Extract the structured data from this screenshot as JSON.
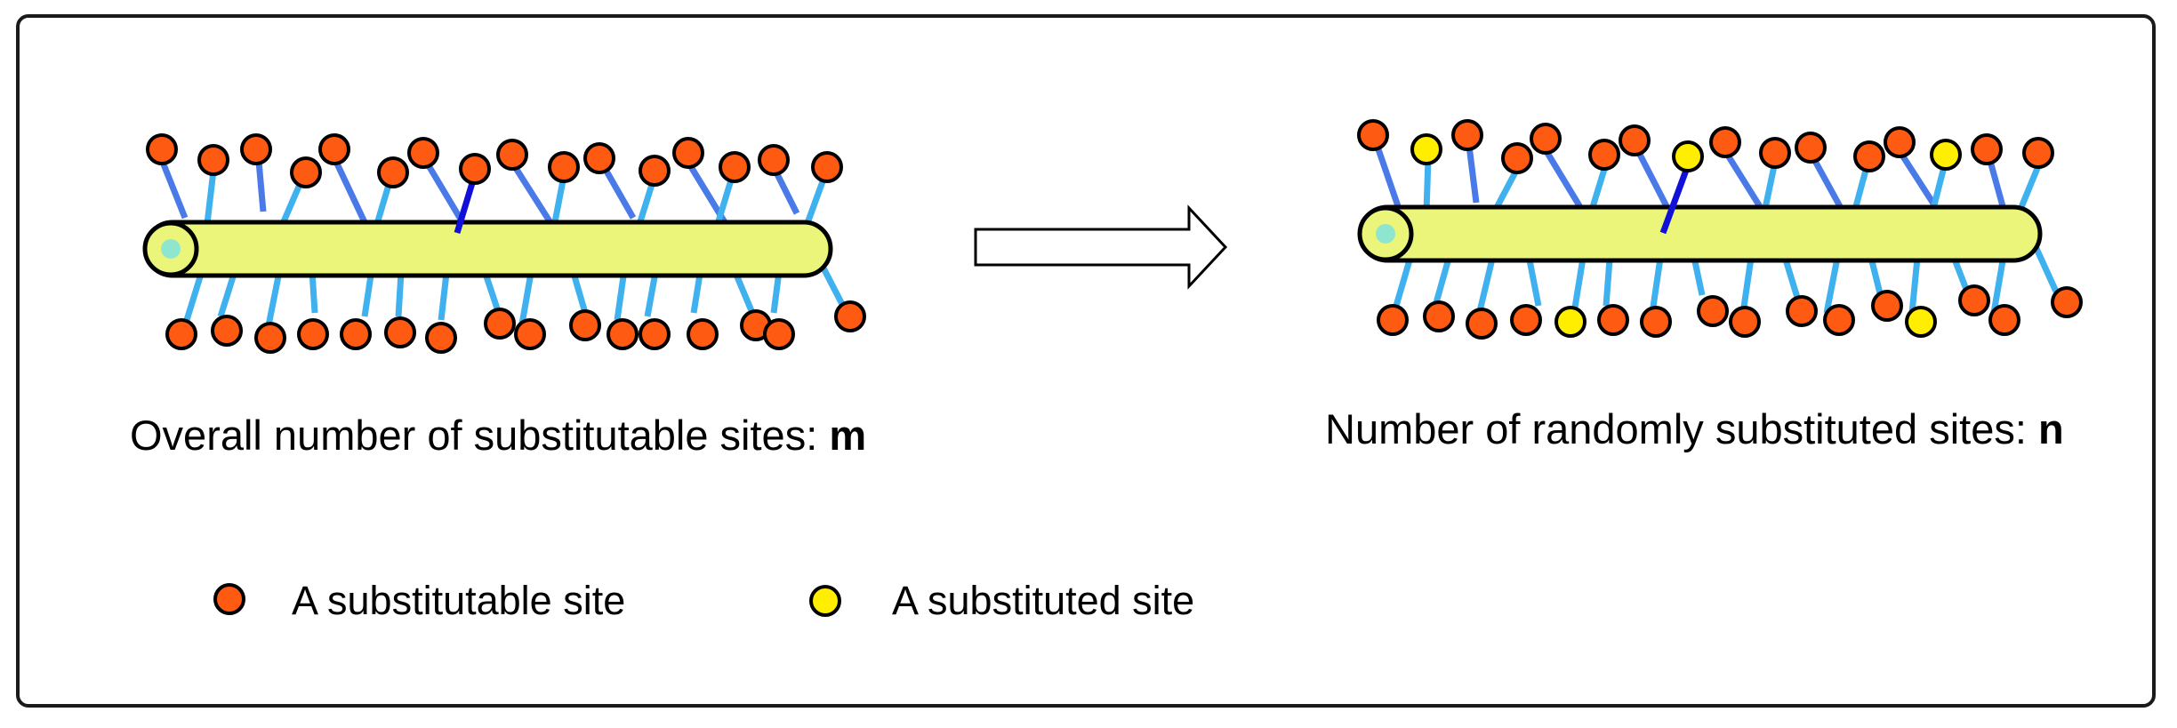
{
  "left_panel": {
    "caption": "Overall number of substitutable sites: ",
    "caption_var": "m"
  },
  "right_panel": {
    "caption": "Number of randomly substituted sites: ",
    "caption_var": "n"
  },
  "legend": {
    "items": [
      {
        "label": "A substitutable site",
        "color": "#ff5a12"
      },
      {
        "label": "A substituted site",
        "color": "#ffee00"
      }
    ]
  },
  "colors": {
    "rod": "#eaf57a",
    "rod_end_core": "#8fe6cf",
    "stick_light": "#3fb1ef",
    "stick_mid": "#4a7ae8",
    "stick_dark": "#1010d8",
    "site_orange": "#ff5a12",
    "site_yellow": "#ffee00",
    "outline": "#000000"
  },
  "arrow": "right-arrow-icon"
}
